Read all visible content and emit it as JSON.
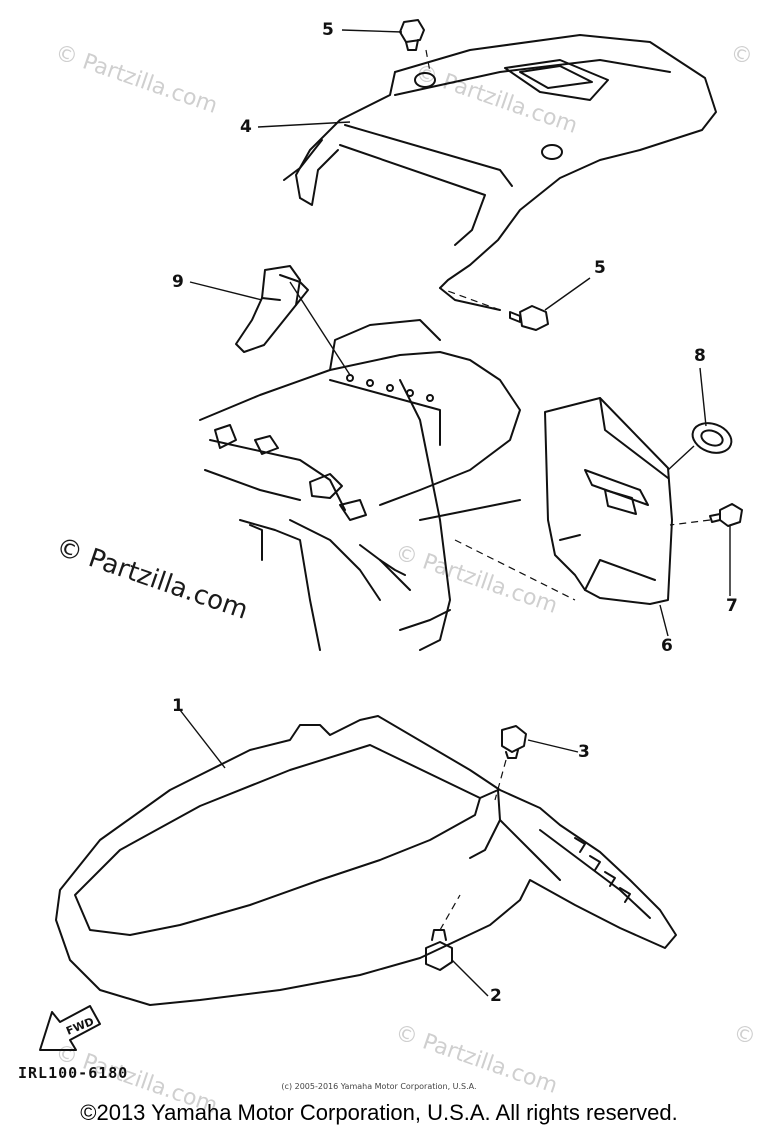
{
  "watermark": "© Partzilla.com",
  "callouts": {
    "c1": "1",
    "c2": "2",
    "c3": "3",
    "c4": "4",
    "c5a": "5",
    "c5b": "5",
    "c6": "6",
    "c7": "7",
    "c8": "8",
    "c9": "9"
  },
  "fwd_label": "FWD",
  "diagram_code": "IRL100-6180",
  "small_copyright": "(c) 2005-2016 Yamaha Motor Corporation, U.S.A.",
  "footer_copyright": "©2013 Yamaha Motor Corporation, U.S.A. All rights reserved."
}
